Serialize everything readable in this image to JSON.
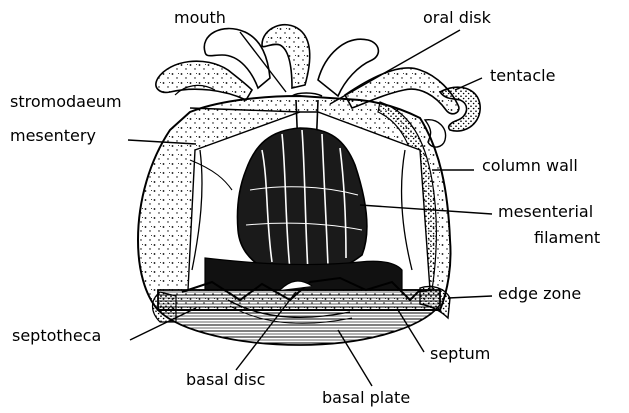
{
  "labels": {
    "mouth": "mouth",
    "oral_disk": "oral disk",
    "tentacle": "tentacle",
    "stromodaeum": "stromodaeum",
    "mesentery": "mesentery",
    "column_wall": "column  wall",
    "mesenterial_1": "mesenterial",
    "mesenterial_2": "filament",
    "edge_zone": "edge zone",
    "septotheca": "septotheca",
    "septum": "septum",
    "basal_disc": "basal disc",
    "basal_plate": "basal plate"
  },
  "colors": {
    "ink": "#000000",
    "paper": "#ffffff",
    "tissue": "#1a1a1a"
  }
}
